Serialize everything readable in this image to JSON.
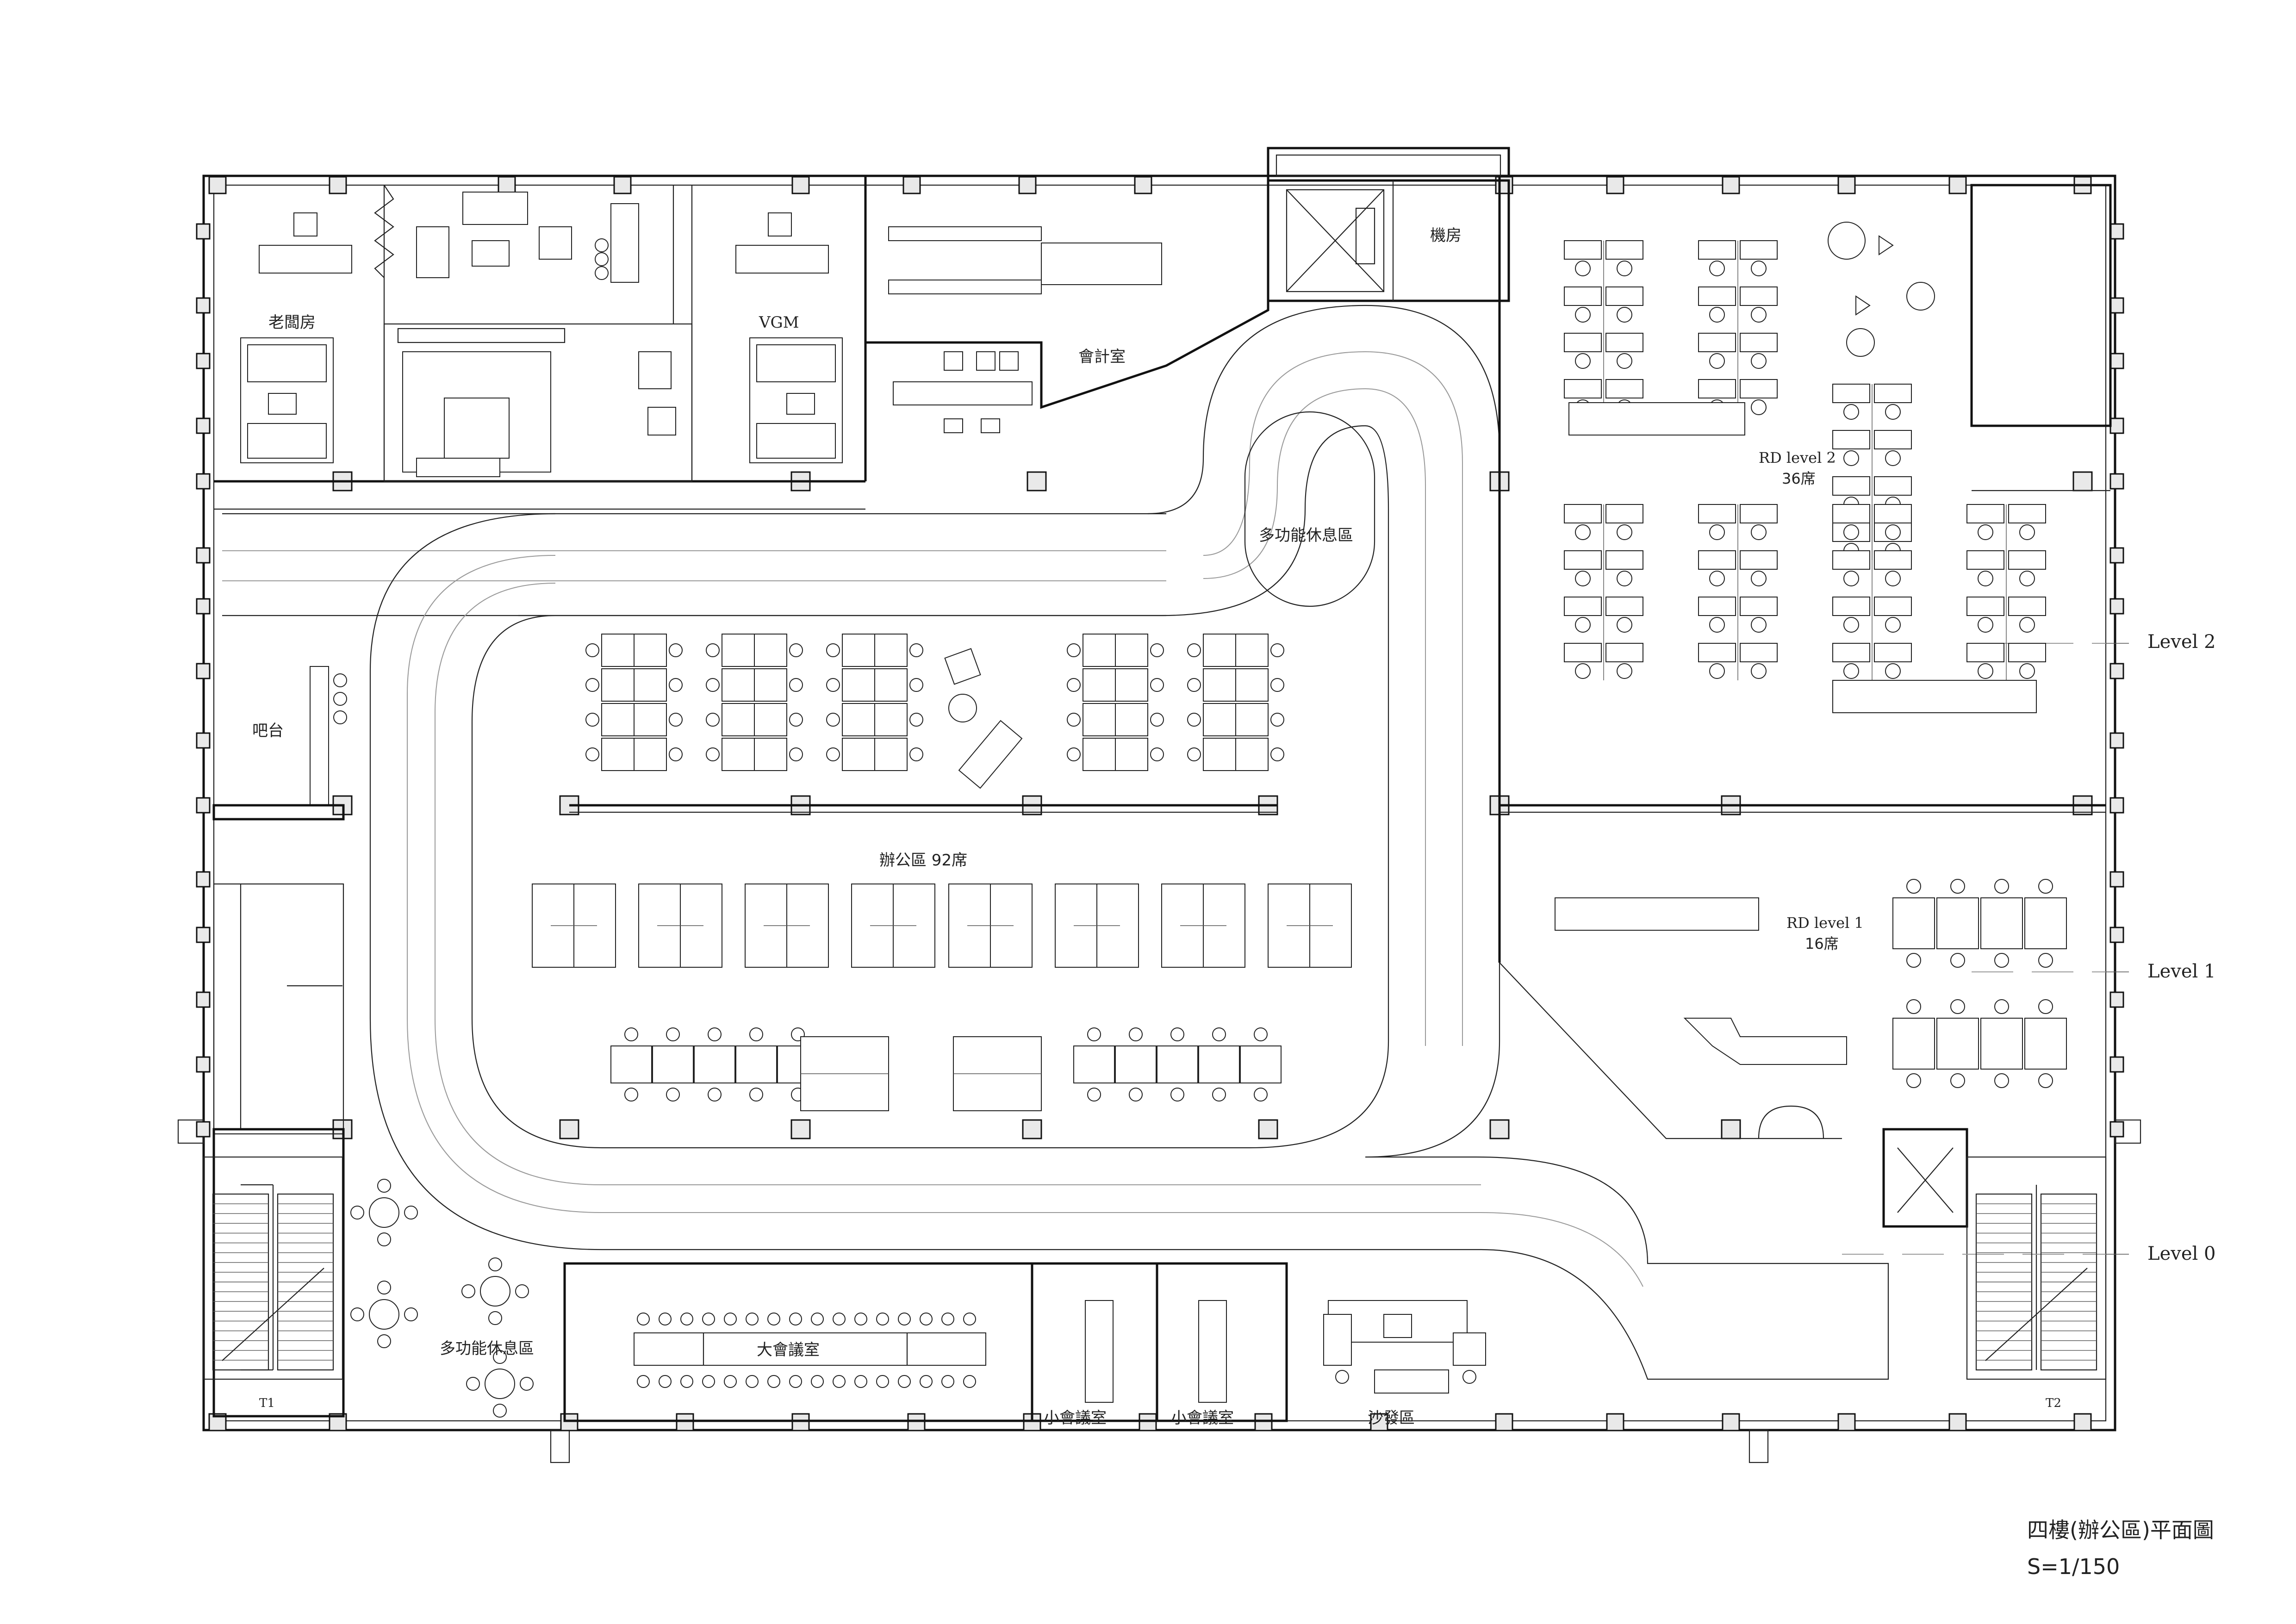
{
  "plan": {
    "title": "四樓(辦公區)平面圖",
    "scale": "S=1/150"
  },
  "rooms": {
    "boss_room": "老闆房",
    "vgm": "VGM",
    "accounting": "會計室",
    "machine_room": "機房",
    "lounge_top": "多功能休息區",
    "bar": "吧台",
    "office": "辦公區 92席",
    "rd2_name": "RD level 2",
    "rd2_seats": "36席",
    "rd1_name": "RD level 1",
    "rd1_seats": "16席",
    "lounge_bottom": "多功能休息區",
    "big_meeting": "大會議室",
    "small_meeting_1": "小會議室",
    "small_meeting_2": "小會議室",
    "sofa_area": "沙發區",
    "stair_t1": "T1",
    "stair_t2": "T2"
  },
  "levels": {
    "level2": "Level 2",
    "level1": "Level 1",
    "level0": "Level 0"
  }
}
